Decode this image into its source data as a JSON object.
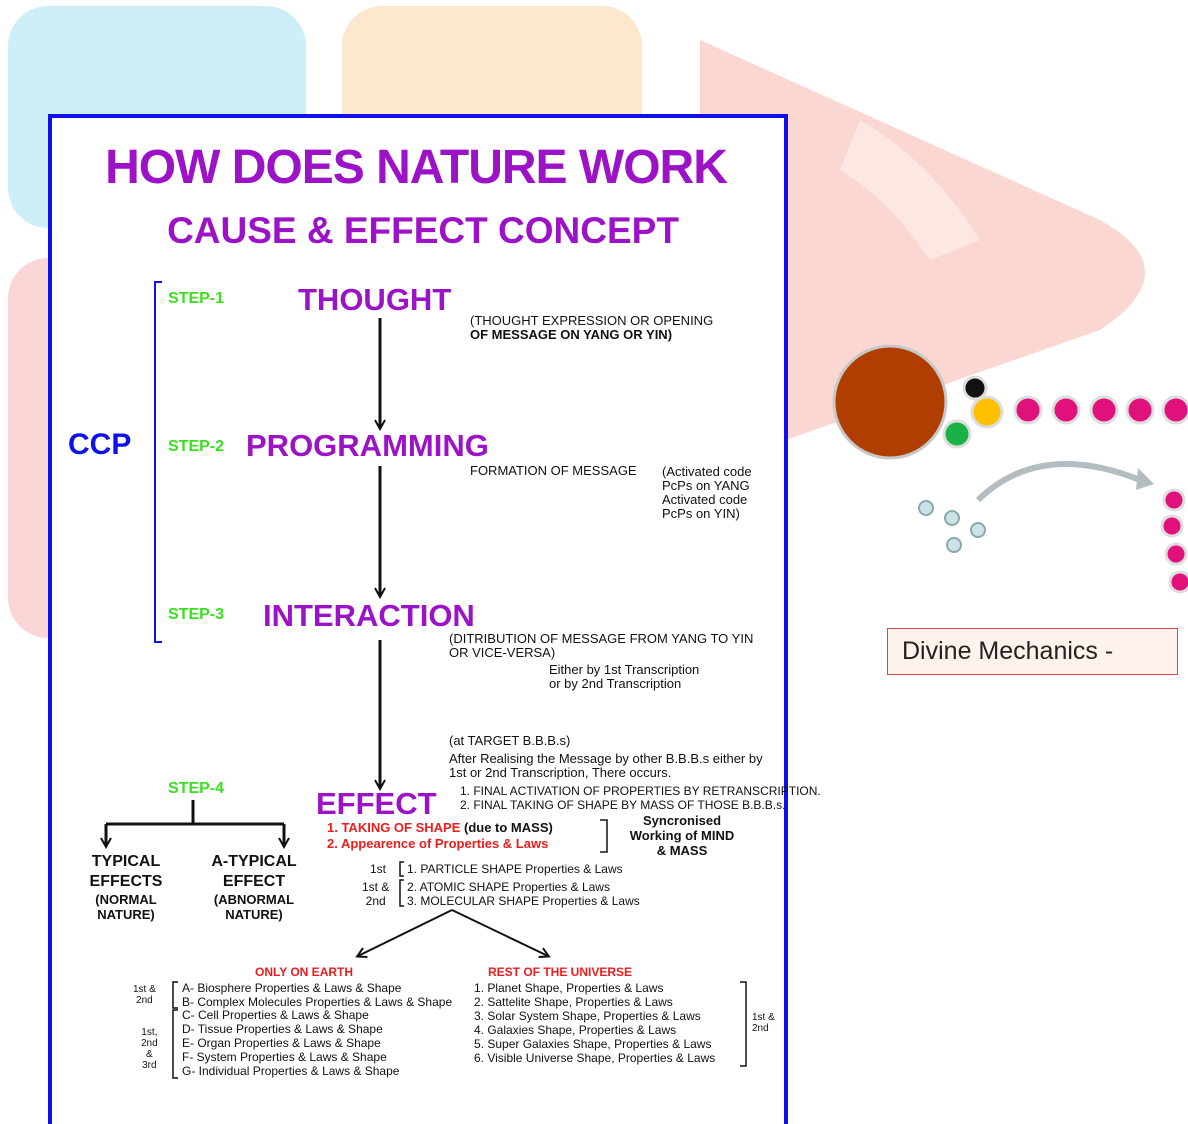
{
  "title": "HOW DOES NATURE WORK",
  "subtitle": "CAUSE & EFFECT CONCEPT",
  "ccp_label": "CCP",
  "steps": [
    {
      "label": "STEP-1",
      "name": "THOUGHT",
      "note": [
        "(THOUGHT EXPRESSION OR OPENING",
        "OF MESSAGE ON YANG OR YIN)"
      ]
    },
    {
      "label": "STEP-2",
      "name": "PROGRAMMING",
      "note_left": "FORMATION OF MESSAGE",
      "note_right": [
        "(Activated code",
        "PcPs on YANG",
        "Activated code",
        "PcPs on YIN)"
      ]
    },
    {
      "label": "STEP-3",
      "name": "INTERACTION",
      "note": [
        "(DITRIBUTION OF MESSAGE FROM YANG TO YIN",
        "OR VICE-VERSA)"
      ],
      "sub_note": [
        "Either by 1st Transcription",
        "or by 2nd Transcription"
      ]
    },
    {
      "label": "STEP-4",
      "name": "EFFECT"
    }
  ],
  "target_note": "(at TARGET B.B.B.s)",
  "realising_note": [
    "After Realising the Message by other B.B.B.s either by",
    "1st or 2nd Transcription, There occurs."
  ],
  "final_notes": [
    "1. FINAL ACTIVATION OF PROPERTIES BY RETRANSCRIPTION.",
    "2. FINAL TAKING OF SHAPE BY MASS OF THOSE B.B.B.s."
  ],
  "effect_items": {
    "item1_red": "1. TAKING OF SHAPE",
    "item1_black": " (due to MASS)",
    "item2": "2. Appearence of Properties & Laws"
  },
  "sync_note": [
    "Syncronised",
    "Working of MIND",
    "& MASS"
  ],
  "typical": [
    "TYPICAL",
    "EFFECTS"
  ],
  "typical_sub": [
    "(NORMAL",
    "NATURE)"
  ],
  "atypical": [
    "A-TYPICAL",
    "EFFECT"
  ],
  "atypical_sub": [
    "(ABNORMAL",
    "NATURE)"
  ],
  "shapes": {
    "first_label": "1st",
    "first_item": "1. PARTICLE SHAPE Properties & Laws",
    "both_label": [
      "1st &",
      "2nd"
    ],
    "both_items": [
      "2. ATOMIC SHAPE Properties & Laws",
      "3. MOLECULAR SHAPE Properties & Laws"
    ]
  },
  "earth": {
    "heading": "ONLY ON EARTH",
    "group1_label": [
      "1st &",
      "2nd"
    ],
    "group1_items": [
      "A- Biosphere Properties & Laws & Shape",
      "B- Complex Molecules Properties & Laws & Shape"
    ],
    "group2_label": [
      "1st,",
      "2nd",
      "&",
      "3rd"
    ],
    "group2_items": [
      "C- Cell Properties & Laws & Shape",
      "D- Tissue Properties & Laws & Shape",
      "E- Organ Properties & Laws & Shape",
      "F- System Properties & Laws & Shape",
      "G- Individual Properties & Laws & Shape"
    ]
  },
  "universe": {
    "heading": "REST OF THE UNIVERSE",
    "items": [
      "1. Planet Shape, Properties & Laws",
      "2. Sattelite Shape, Properties & Laws",
      "3. Solar System Shape, Properties & Laws",
      "4. Galaxies Shape, Properties & Laws",
      "5. Super Galaxies Shape, Properties & Laws",
      "6. Visible Universe Shape, Properties & Laws"
    ],
    "label": [
      "1st &",
      "2nd"
    ]
  },
  "side_caption": "Divine Mechanics -",
  "colors": {
    "purple": "#9b12c7",
    "green": "#37e21c",
    "blue": "#1010e8",
    "red": "#ee1c1c"
  }
}
